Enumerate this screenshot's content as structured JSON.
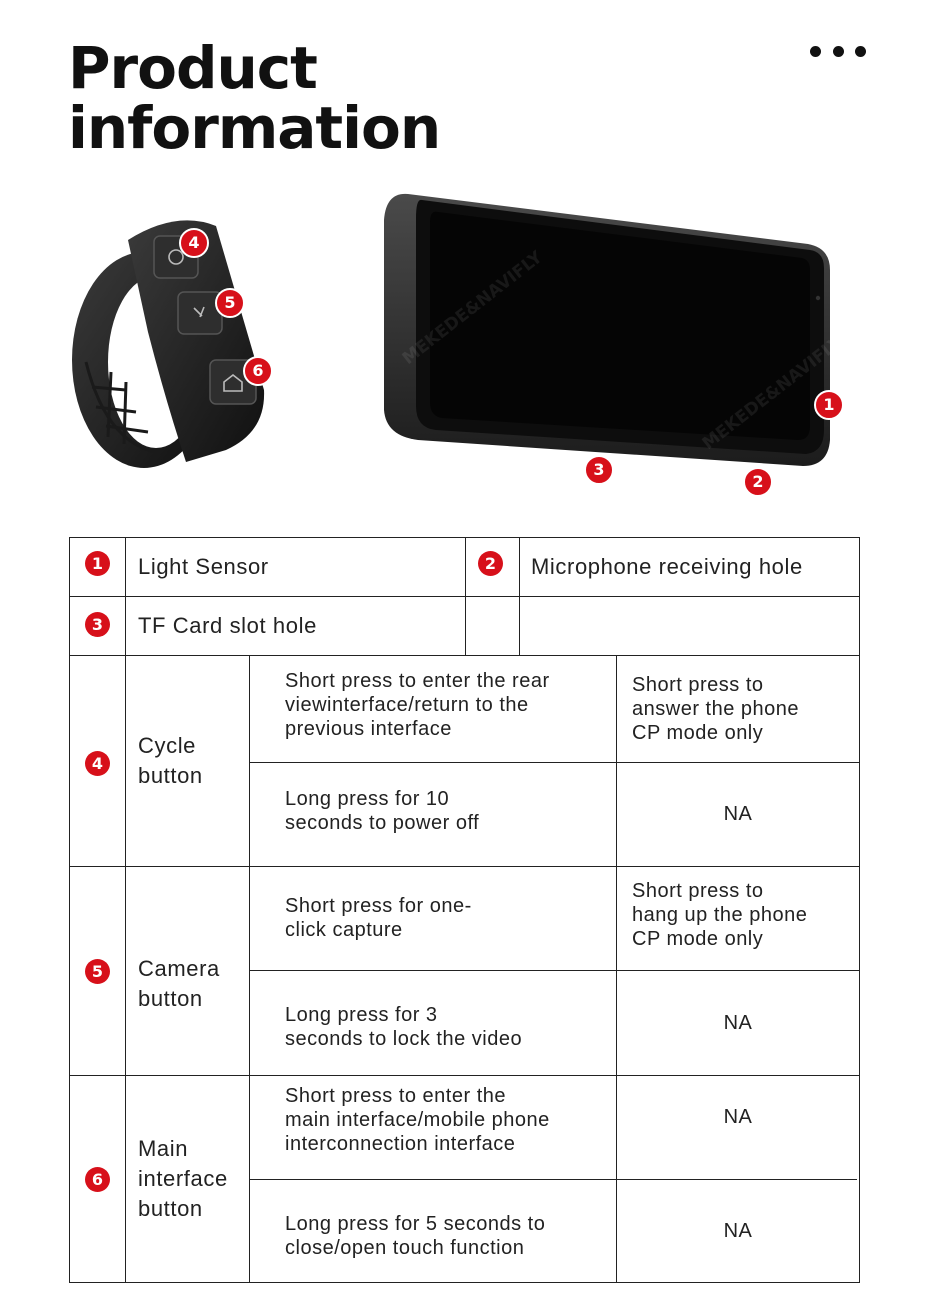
{
  "header": {
    "title_line1": "Product",
    "title_line2": "information",
    "more_icon": "more-horizontal-icon"
  },
  "illustration": {
    "remote_callouts": [
      "4",
      "5",
      "6"
    ],
    "screen_callouts": [
      "1",
      "2",
      "3"
    ],
    "watermark": "MEKEDE&NAVIFLY"
  },
  "accent_color": "#d7101a",
  "table": {
    "row1": {
      "left": {
        "num": "1",
        "label": "Light Sensor"
      },
      "right": {
        "num": "2",
        "label": "Microphone receiving hole"
      }
    },
    "row2": {
      "num": "3",
      "label": "TF Card slot hole"
    },
    "buttons": [
      {
        "num": "4",
        "name_lines": [
          "Cycle",
          "button"
        ],
        "actions": [
          {
            "desc_lines": [
              "Short press to enter the rear",
              "viewinterface/return to the",
              "previous interface"
            ],
            "cp_lines": [
              "Short press to",
              "answer the phone",
              "CP mode only"
            ]
          },
          {
            "desc_lines": [
              "Long press for 10",
              "seconds to power off"
            ],
            "cp_lines": [
              "NA"
            ]
          }
        ]
      },
      {
        "num": "5",
        "name_lines": [
          "Camera",
          "button"
        ],
        "actions": [
          {
            "desc_lines": [
              "Short press for one-",
              "click capture"
            ],
            "cp_lines": [
              "Short press to",
              "hang up the phone",
              "CP mode only"
            ]
          },
          {
            "desc_lines": [
              "Long press for 3",
              "seconds to lock the video"
            ],
            "cp_lines": [
              "NA"
            ]
          }
        ]
      },
      {
        "num": "6",
        "name_lines": [
          "Main",
          "interface",
          "button"
        ],
        "actions": [
          {
            "desc_lines": [
              "Short press to enter the",
              "main interface/mobile phone",
              "interconnection interface"
            ],
            "cp_lines": [
              "NA"
            ]
          },
          {
            "desc_lines": [
              "Long press for 5 seconds to",
              "close/open touch function"
            ],
            "cp_lines": [
              "NA"
            ]
          }
        ]
      }
    ]
  }
}
